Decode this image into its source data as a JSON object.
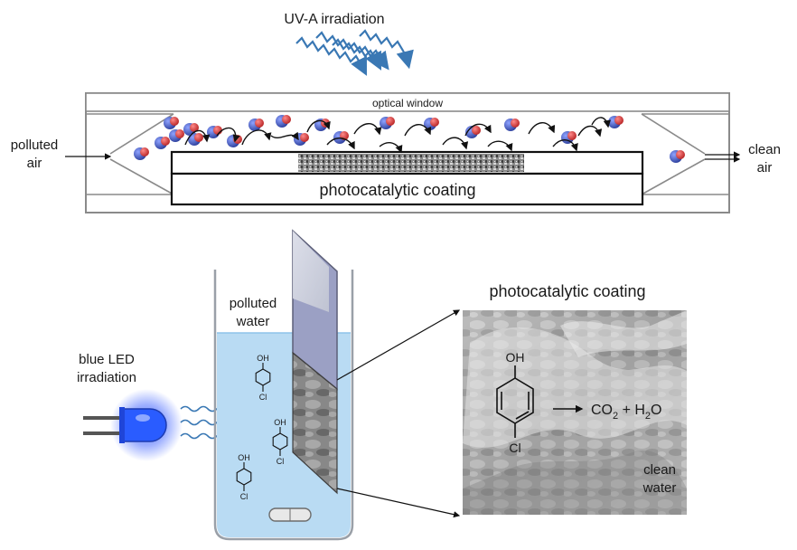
{
  "top_panel": {
    "irradiation_label": "UV-A irradiation",
    "optical_window_label": "optical window",
    "inlet_label_line1": "polluted",
    "inlet_label_line2": "air",
    "outlet_label_line1": "clean",
    "outlet_label_line2": "air",
    "coating_label": "photocatalytic coating"
  },
  "bottom_panel": {
    "led_label_line1": "blue LED",
    "led_label_line2": "irradiation",
    "water_label_line1": "polluted",
    "water_label_line2": "water",
    "zoom_title": "photocatalytic coating",
    "molecule_oh": "OH",
    "molecule_cl": "Cl",
    "product_co": "CO",
    "product_sub2a": "2",
    "product_plus": " + H",
    "product_sub2b": "2",
    "product_o": "O",
    "clean_line1": "clean",
    "clean_line2": "water"
  },
  "colors": {
    "uv_arrow": "#3a78b4",
    "led_blue": "#2a5cff",
    "water": "#b9dbf3",
    "molecule_blue": "#3a55b5",
    "molecule_red": "#d13c3c",
    "outline": "#8a8a8a"
  }
}
